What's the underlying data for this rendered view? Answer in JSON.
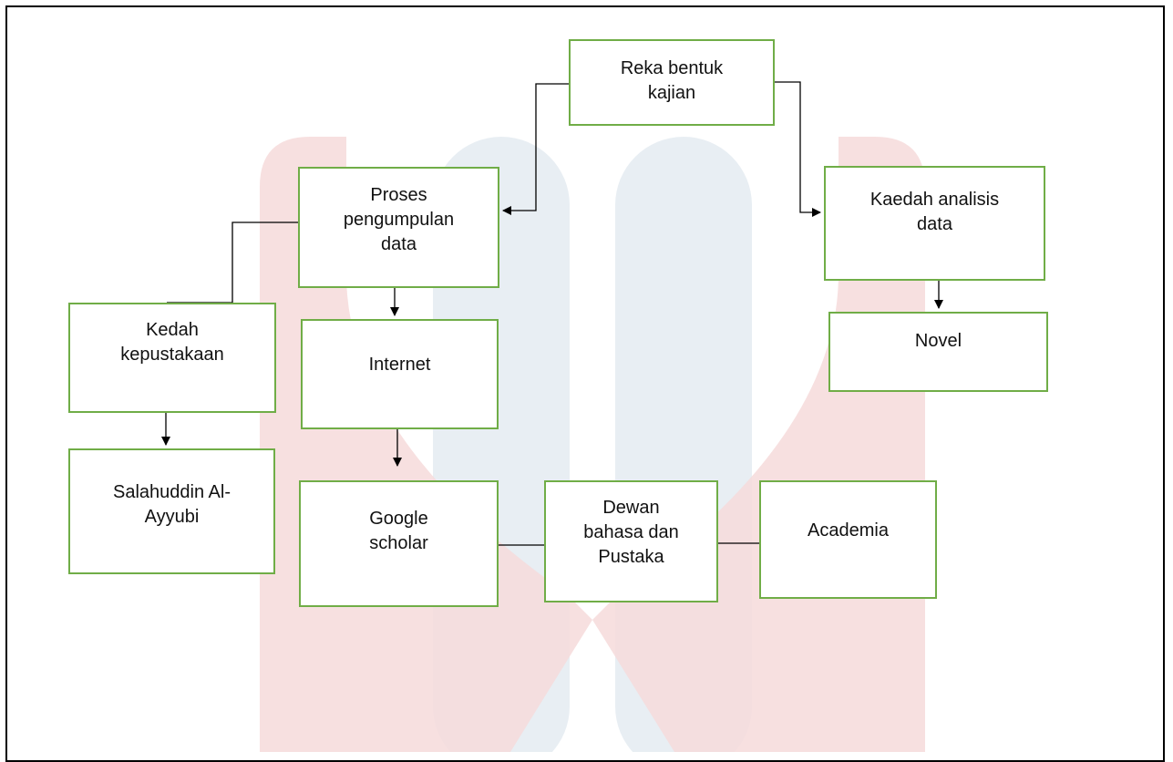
{
  "diagram": {
    "nodes": {
      "reka": "Reka bentuk\nkajian",
      "proses": "Proses\npengumpulan\ndata",
      "kaedah": "Kaedah analisis\ndata",
      "kedah": "Kedah\nkepustakaan",
      "internet": "Internet",
      "novel": "Novel",
      "salah": "Salahuddin Al-\nAyyubi",
      "google": "Google\nscholar",
      "dewan": "Dewan\nbahasa dan\nPustaka",
      "academia": "Academia"
    },
    "edges": [
      [
        "reka",
        "proses"
      ],
      [
        "reka",
        "kaedah"
      ],
      [
        "proses",
        "kedah"
      ],
      [
        "proses",
        "internet"
      ],
      [
        "kaedah",
        "novel"
      ],
      [
        "kedah",
        "salah"
      ],
      [
        "internet",
        "google"
      ],
      [
        "google",
        "dewan"
      ],
      [
        "dewan",
        "academia"
      ]
    ],
    "colors": {
      "box_border": "#70ad47",
      "connector": "#000000",
      "watermark_red": "#f6dada",
      "watermark_blue": "#e8eef3"
    }
  }
}
